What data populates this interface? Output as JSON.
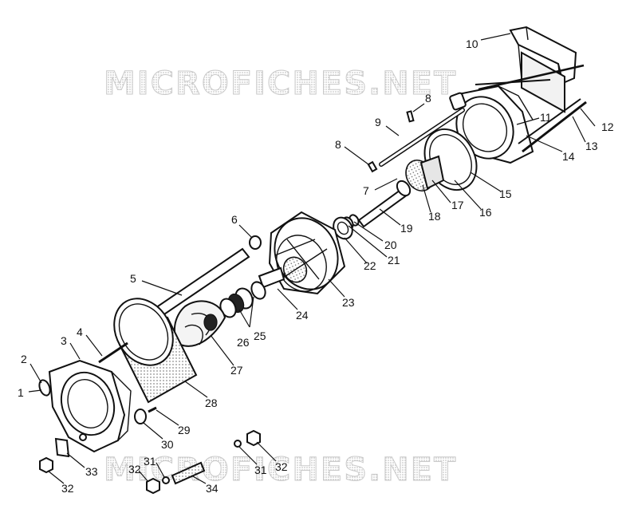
{
  "watermark": {
    "top": "MICROFICHES.NET",
    "bottom": "MICROFICHES.NET"
  },
  "parts": [
    {
      "id": "p1",
      "label": "1"
    },
    {
      "id": "p2",
      "label": "2"
    },
    {
      "id": "p3",
      "label": "3"
    },
    {
      "id": "p4",
      "label": "4"
    },
    {
      "id": "p5",
      "label": "5"
    },
    {
      "id": "p6",
      "label": "6"
    },
    {
      "id": "p7",
      "label": "7"
    },
    {
      "id": "p8a",
      "label": "8"
    },
    {
      "id": "p8b",
      "label": "8"
    },
    {
      "id": "p9",
      "label": "9"
    },
    {
      "id": "p10",
      "label": "10"
    },
    {
      "id": "p11",
      "label": "11"
    },
    {
      "id": "p12",
      "label": "12"
    },
    {
      "id": "p13",
      "label": "13"
    },
    {
      "id": "p14",
      "label": "14"
    },
    {
      "id": "p15",
      "label": "15"
    },
    {
      "id": "p16",
      "label": "16"
    },
    {
      "id": "p17",
      "label": "17"
    },
    {
      "id": "p18",
      "label": "18"
    },
    {
      "id": "p19",
      "label": "19"
    },
    {
      "id": "p20",
      "label": "20"
    },
    {
      "id": "p21",
      "label": "21"
    },
    {
      "id": "p22",
      "label": "22"
    },
    {
      "id": "p23",
      "label": "23"
    },
    {
      "id": "p24",
      "label": "24"
    },
    {
      "id": "p25",
      "label": "25"
    },
    {
      "id": "p26",
      "label": "26"
    },
    {
      "id": "p27",
      "label": "27"
    },
    {
      "id": "p28",
      "label": "28"
    },
    {
      "id": "p29",
      "label": "29"
    },
    {
      "id": "p30",
      "label": "30"
    },
    {
      "id": "p31a",
      "label": "31"
    },
    {
      "id": "p31b",
      "label": "31"
    },
    {
      "id": "p32a",
      "label": "32"
    },
    {
      "id": "p32b",
      "label": "32"
    },
    {
      "id": "p32c",
      "label": "32"
    },
    {
      "id": "p33",
      "label": "33"
    },
    {
      "id": "p34",
      "label": "34"
    }
  ]
}
